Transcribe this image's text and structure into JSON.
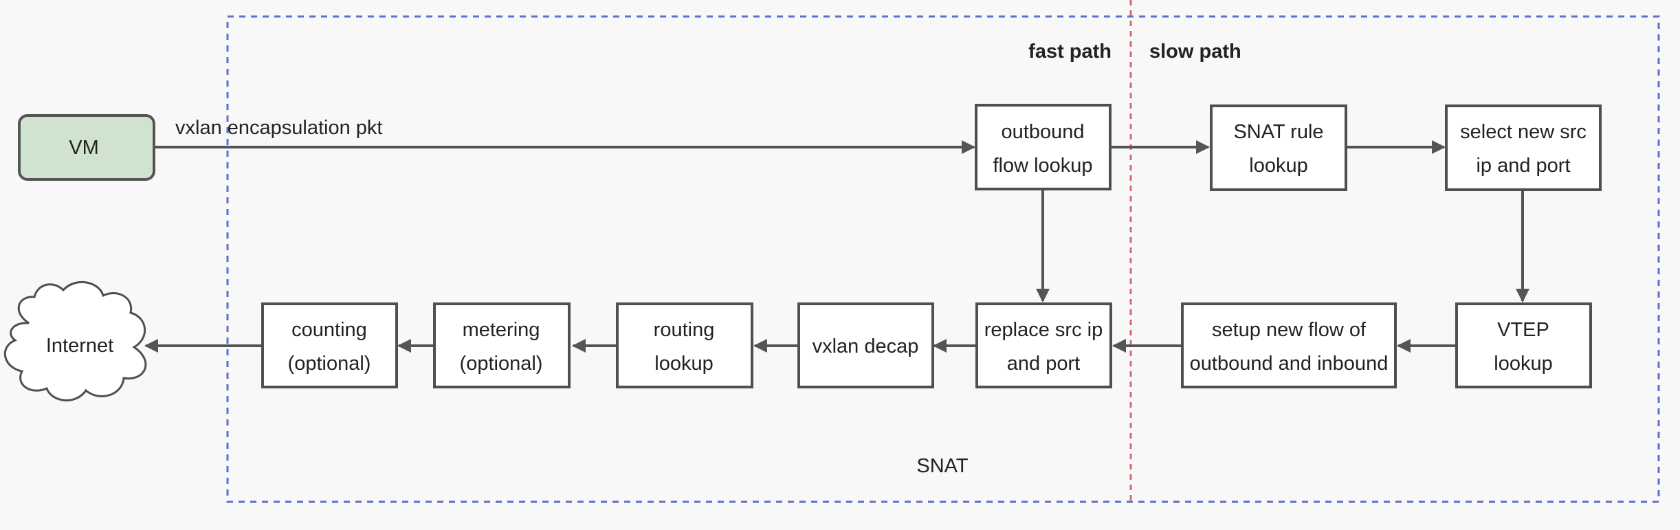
{
  "title_fast": "fast path",
  "title_slow": "slow path",
  "group_label": "SNAT",
  "edge_label": "vxlan encapsulation pkt",
  "nodes": {
    "vm": [
      "VM"
    ],
    "internet": [
      "Internet"
    ],
    "outbound": [
      "outbound",
      "flow lookup"
    ],
    "snat_rule": [
      "SNAT rule",
      "lookup"
    ],
    "select_src": [
      "select new src",
      "ip and port"
    ],
    "vtep": [
      "VTEP",
      "lookup"
    ],
    "setup_flow": [
      "setup new flow of",
      "outbound and inbound"
    ],
    "replace_src": [
      "replace src ip",
      "and port"
    ],
    "vxlan_decap": [
      "vxlan decap"
    ],
    "routing": [
      "routing",
      "lookup"
    ],
    "metering": [
      "metering",
      "(optional)"
    ],
    "counting": [
      "counting",
      "(optional)"
    ]
  },
  "colors": {
    "group_border": "#5b6fd0",
    "divider": "#d26a74",
    "vm_fill": "#cfe3cf",
    "arrow": "#555555"
  }
}
